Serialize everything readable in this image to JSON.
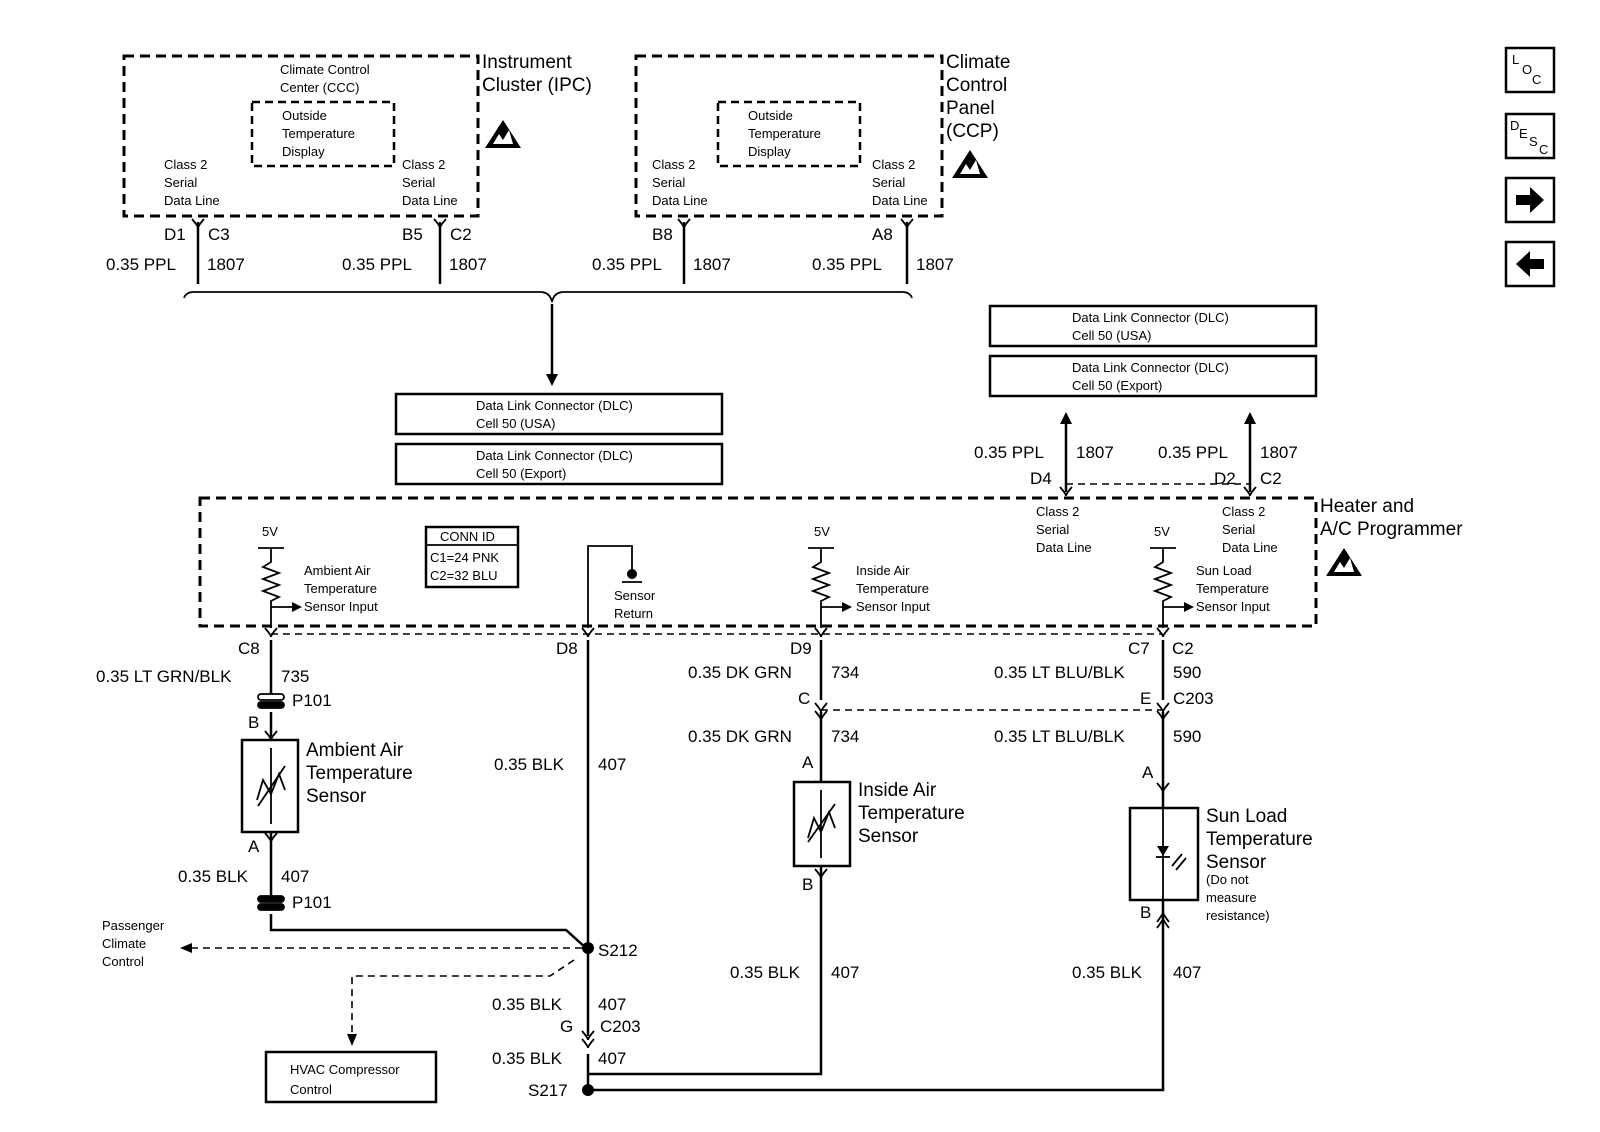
{
  "ipc": {
    "title1": "Instrument",
    "title2": "Cluster (IPC)",
    "ccc1": "Climate Control",
    "ccc2": "Center (CCC)",
    "otd1": "Outside",
    "otd2": "Temperature",
    "otd3": "Display",
    "c2l_1": "Class 2",
    "c2l_2": "Serial",
    "c2l_3": "Data Line",
    "pin_d1": "D1",
    "pin_c3": "C3",
    "pin_b5": "B5",
    "pin_c2": "C2"
  },
  "ccp": {
    "title1": "Climate",
    "title2": "Control",
    "title3": "Panel",
    "title4": "(CCP)",
    "otd1": "Outside",
    "otd2": "Temperature",
    "otd3": "Display",
    "c2l_1": "Class 2",
    "c2l_2": "Serial",
    "c2l_3": "Data Line",
    "pin_b8": "B8",
    "pin_a8": "A8"
  },
  "wires": {
    "ppl": "0.35 PPL",
    "n1807": "1807",
    "lt_grn_blk": "0.35 LT GRN/BLK",
    "n735": "735",
    "dk_grn": "0.35 DK GRN",
    "n734": "734",
    "lt_blu_blk": "0.35 LT BLU/BLK",
    "n590": "590",
    "blk": "0.35 BLK",
    "n407": "407"
  },
  "dlc": {
    "usa1": "Data Link Connector (DLC)",
    "usa2": "Cell 50 (USA)",
    "exp1": "Data Link Connector (DLC)",
    "exp2": "Cell 50 (Export)"
  },
  "programmer": {
    "title1": "Heater and",
    "title2": "A/C Programmer",
    "conn_id": "CONN ID",
    "c1": "C1=24 PNK",
    "c2": "C2=32 BLU",
    "v5": "5V",
    "amb1": "Ambient Air",
    "amb2": "Temperature",
    "amb3": "Sensor Input",
    "ret1": "Sensor",
    "ret2": "Return",
    "ins1": "Inside Air",
    "ins2": "Temperature",
    "ins3": "Sensor Input",
    "sun1": "Sun Load",
    "sun2": "Temperature",
    "sun3": "Sensor Input",
    "c2l_1": "Class 2",
    "c2l_2": "Serial",
    "c2l_3": "Data Line",
    "pin_d4": "D4",
    "pin_d2": "D2",
    "pin_c2": "C2",
    "pin_c8": "C8",
    "pin_d8": "D8",
    "pin_d9": "D9",
    "pin_c7": "C7"
  },
  "connectors": {
    "p101": "P101",
    "c203": "C203",
    "b": "B",
    "a": "A",
    "c": "C",
    "e": "E",
    "g": "G"
  },
  "sensors": {
    "amb1": "Ambient Air",
    "amb2": "Temperature",
    "amb3": "Sensor",
    "ins1": "Inside Air",
    "ins2": "Temperature",
    "ins3": "Sensor",
    "sun1": "Sun Load",
    "sun2": "Temperature",
    "sun3": "Sensor",
    "sun4": "(Do not",
    "sun5": "measure",
    "sun6": "resistance)"
  },
  "splices": {
    "s212": "S212",
    "s217": "S217"
  },
  "misc": {
    "pcc1": "Passenger",
    "pcc2": "Climate",
    "pcc3": "Control",
    "hvac1": "HVAC Compressor",
    "hvac2": "Control"
  },
  "nav": {
    "loc_l": "L",
    "loc_o": "O",
    "loc_c": "C",
    "desc_d": "D",
    "desc_e": "E",
    "desc_s": "S",
    "desc_c": "C"
  }
}
